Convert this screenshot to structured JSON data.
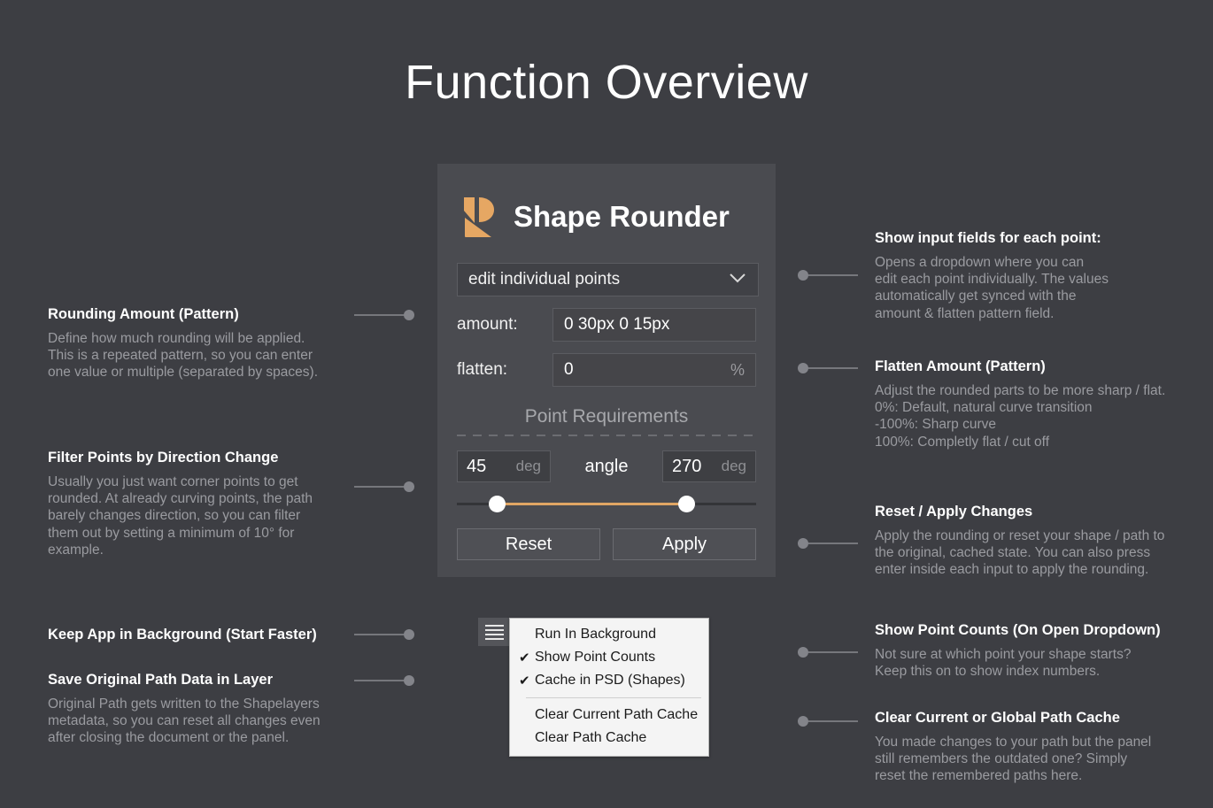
{
  "page": {
    "title": "Function Overview",
    "background_color": "#3d3e43",
    "accent_color": "#e0a564"
  },
  "panel": {
    "app_name": "Shape Rounder",
    "logo_icon": "shape-rounder-logo",
    "select": {
      "value": "edit individual points",
      "chevron_icon": "chevron-down-icon"
    },
    "amount": {
      "label": "amount:",
      "value": "0 30px 0 15px"
    },
    "flatten": {
      "label": "flatten:",
      "value": "0",
      "unit": "%"
    },
    "requirements": {
      "section_title": "Point Requirements",
      "min": {
        "value": "45",
        "unit": "deg"
      },
      "caption": "angle",
      "max": {
        "value": "270",
        "unit": "deg"
      }
    },
    "buttons": {
      "reset": "Reset",
      "apply": "Apply"
    }
  },
  "context_menu": {
    "hamburger_icon": "hamburger-menu-icon",
    "items": [
      {
        "label": "Run In Background",
        "checked": ""
      },
      {
        "label": "Show Point Counts",
        "checked": "✔"
      },
      {
        "label": "Cache in PSD (Shapes)",
        "checked": "✔"
      }
    ],
    "items2": [
      {
        "label": "Clear Current Path Cache",
        "checked": ""
      },
      {
        "label": "Clear Path Cache",
        "checked": ""
      }
    ]
  },
  "annotations": {
    "left": [
      {
        "title": "Rounding Amount (Pattern)",
        "body": "Define how much rounding will be applied.\nThis is a repeated pattern, so you can enter\none value or multiple (separated by spaces)."
      },
      {
        "title": "Filter Points by Direction Change",
        "body": "Usually you just want corner points to get\nrounded. At already curving points, the path\nbarely changes direction, so you can filter\nthem out by setting a minimum of 10° for\nexample."
      },
      {
        "title": "Keep App in Background (Start Faster)",
        "body": ""
      },
      {
        "title": "Save Original Path Data in Layer",
        "body": "Original Path gets written to the Shapelayers\nmetadata, so you can reset all changes even\nafter closing the document or the panel."
      }
    ],
    "right": [
      {
        "title": "Show input fields for each point:",
        "body": "Opens a dropdown where you can\nedit each point individually. The values\nautomatically get synced with the\namount & flatten pattern field."
      },
      {
        "title": "Flatten Amount (Pattern)",
        "body": "Adjust the rounded parts to be more sharp / flat.\n0%: Default, natural curve transition\n-100%: Sharp curve\n100%: Completly flat / cut off"
      },
      {
        "title": "Reset / Apply Changes",
        "body": "Apply the rounding or reset your shape / path to\nthe original, cached state. You can also press\nenter inside each input to apply the rounding."
      },
      {
        "title": "Show Point Counts (On Open Dropdown)",
        "body": "Not sure at which point your shape starts?\nKeep this on to show index numbers."
      },
      {
        "title": "Clear Current or Global Path Cache",
        "body": "You made changes to your path but the panel\nstill remembers the outdated one? Simply\nreset the remembered paths here."
      }
    ]
  }
}
